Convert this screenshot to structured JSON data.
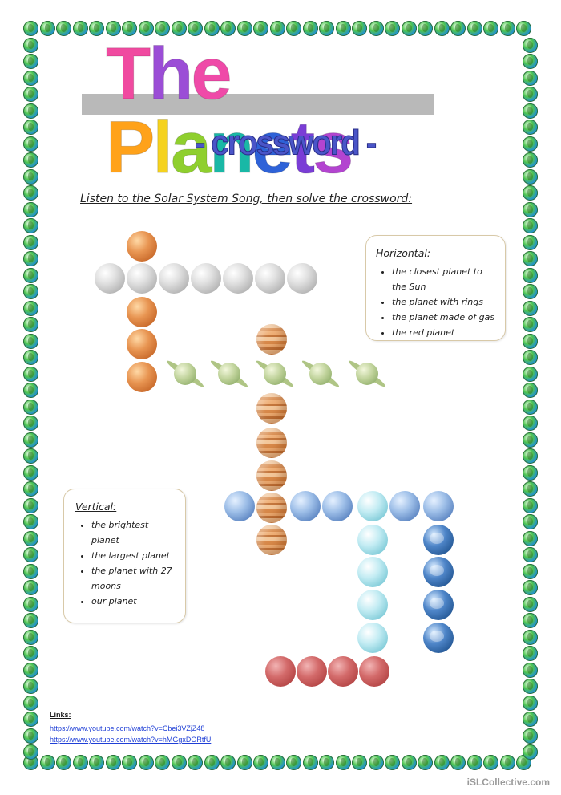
{
  "title": {
    "main": "The Planets",
    "letters": [
      {
        "ch": "T",
        "color": "#f04aa0"
      },
      {
        "ch": "h",
        "color": "#9b4dd6"
      },
      {
        "ch": "e",
        "color": "#ef4aa8"
      },
      {
        "ch": " ",
        "color": "#000000"
      },
      {
        "ch": "P",
        "color": "#ffa21a"
      },
      {
        "ch": "l",
        "color": "#f5d21e"
      },
      {
        "ch": "a",
        "color": "#8fcf2e"
      },
      {
        "ch": "n",
        "color": "#19b8a6"
      },
      {
        "ch": "e",
        "color": "#2e62d8"
      },
      {
        "ch": "t",
        "color": "#7a3dd6"
      },
      {
        "ch": "s",
        "color": "#b344d0"
      }
    ],
    "subtitle": "- crossword -"
  },
  "instruction": "Listen to the Solar System Song, then solve the crossword:",
  "horizontal": {
    "heading": "Horizontal:",
    "clues": [
      "the closest planet to the Sun",
      "the planet with rings",
      "the planet made of gas",
      "the red planet"
    ]
  },
  "vertical": {
    "heading": "Vertical:",
    "clues": [
      "the brightest planet",
      "the largest planet",
      "the planet with 27 moons",
      "our planet"
    ]
  },
  "links": {
    "label": "Links:",
    "items": [
      "https://www.youtube.com/watch?v=Cbei3VZjZ48",
      "https://www.youtube.com/watch?v=hMGgxDORtfU"
    ]
  },
  "watermark": "iSLCollective.com",
  "icons": {
    "border": "globe-icon"
  }
}
